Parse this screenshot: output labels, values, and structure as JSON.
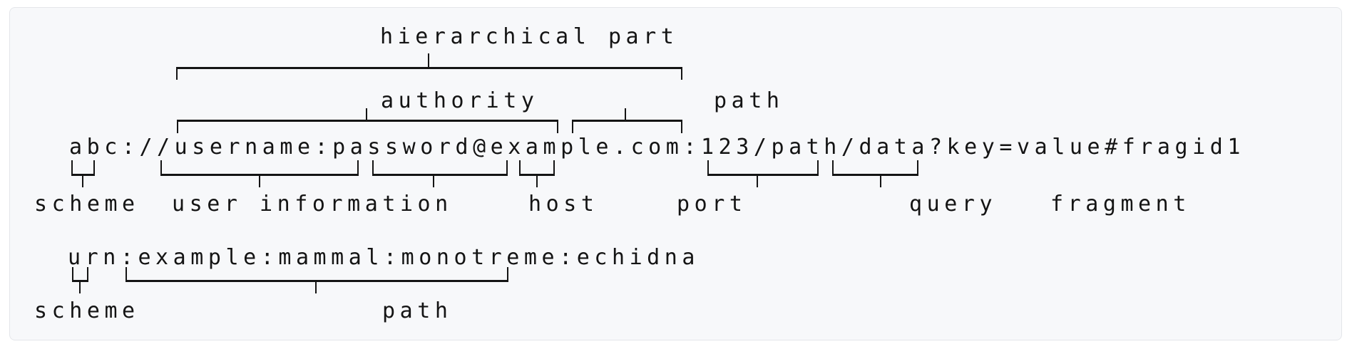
{
  "figure": {
    "title_semantics": "URI syntax diagram",
    "example1": {
      "uri": "abc://username:password@example.com:123/path/data?key=value#fragid1",
      "top_labels": {
        "hierarchical_part": "hierarchical part",
        "authority": "authority",
        "path": "path"
      },
      "bottom_labels": {
        "scheme": "scheme",
        "user_information": "user information",
        "host": "host",
        "port": "port",
        "query": "query",
        "fragment": "fragment"
      }
    },
    "example2": {
      "uri": "urn:example:mammal:monotreme:echidna",
      "bottom_labels": {
        "scheme": "scheme",
        "path": "path"
      }
    },
    "colors": {
      "page_background": "#ffffff",
      "panel_background": "#f7f8fa",
      "panel_border": "#e4e6ea",
      "ink": "#141414"
    }
  }
}
